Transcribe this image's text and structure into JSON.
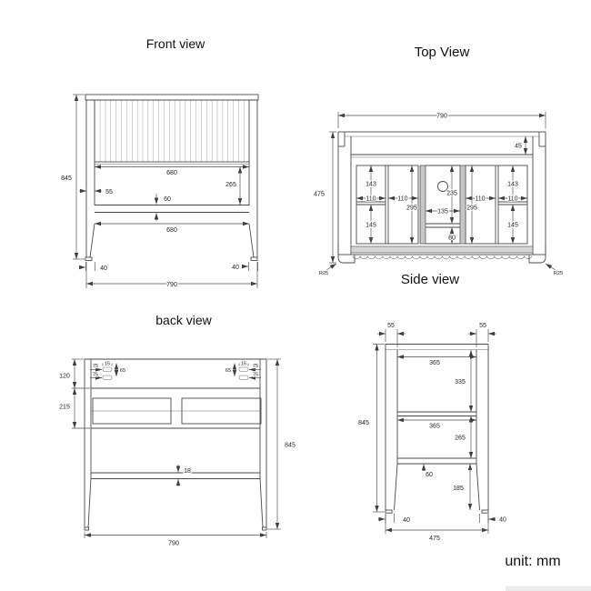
{
  "footer": {
    "unit_label": "unit: mm"
  },
  "front_view": {
    "title": "Front view",
    "dims": {
      "overall_height": "845",
      "opening_width": "680",
      "opening_height": "265",
      "side_inset": "55",
      "shelf_gap": "60",
      "opening_width_bottom": "680",
      "foot_inset_left": "40",
      "foot_inset_right": "40",
      "overall_width": "790"
    }
  },
  "top_view": {
    "title": "Top View",
    "dims": {
      "overall_width": "790",
      "overall_depth": "475",
      "back_rail": "45",
      "left_outer_depth_top": "143",
      "left_outer_width": "110",
      "left_outer_depth_bottom": "145",
      "left_inner_width": "110",
      "left_inner_depth": "295",
      "center_depth": "235",
      "center_width": "135",
      "center_back": "80",
      "right_inner_width": "110",
      "right_inner_depth": "295",
      "right_outer_width": "110",
      "right_outer_depth_top": "143",
      "right_outer_depth_bottom": "145",
      "corner_radius_left": "R25",
      "corner_radius_right": "R25"
    }
  },
  "back_view": {
    "title": "back view",
    "dims": {
      "top_section": "120",
      "panel_section": "215",
      "overall_height": "845",
      "overall_width": "790",
      "shelf_thickness": "18",
      "slot_left_offset_top": "75",
      "slot_left_width": "15",
      "slot_left_spacing": "65",
      "slot_left_offset_bottom": "75",
      "slot_right_spacing": "65",
      "slot_right_width": "15",
      "slot_right_offset_top": "75",
      "slot_right_offset_bottom": "75"
    }
  },
  "side_view": {
    "title": "Side view",
    "dims": {
      "front_leg_width": "55",
      "back_leg_width": "55",
      "inner_depth_upper": "365",
      "upper_cavity": "335",
      "overall_height": "845",
      "inner_depth_lower": "365",
      "lower_cavity": "265",
      "shelf_thickness": "60",
      "leg_height": "185",
      "foot_inset_front": "40",
      "foot_inset_back": "40",
      "overall_depth": "475"
    }
  }
}
